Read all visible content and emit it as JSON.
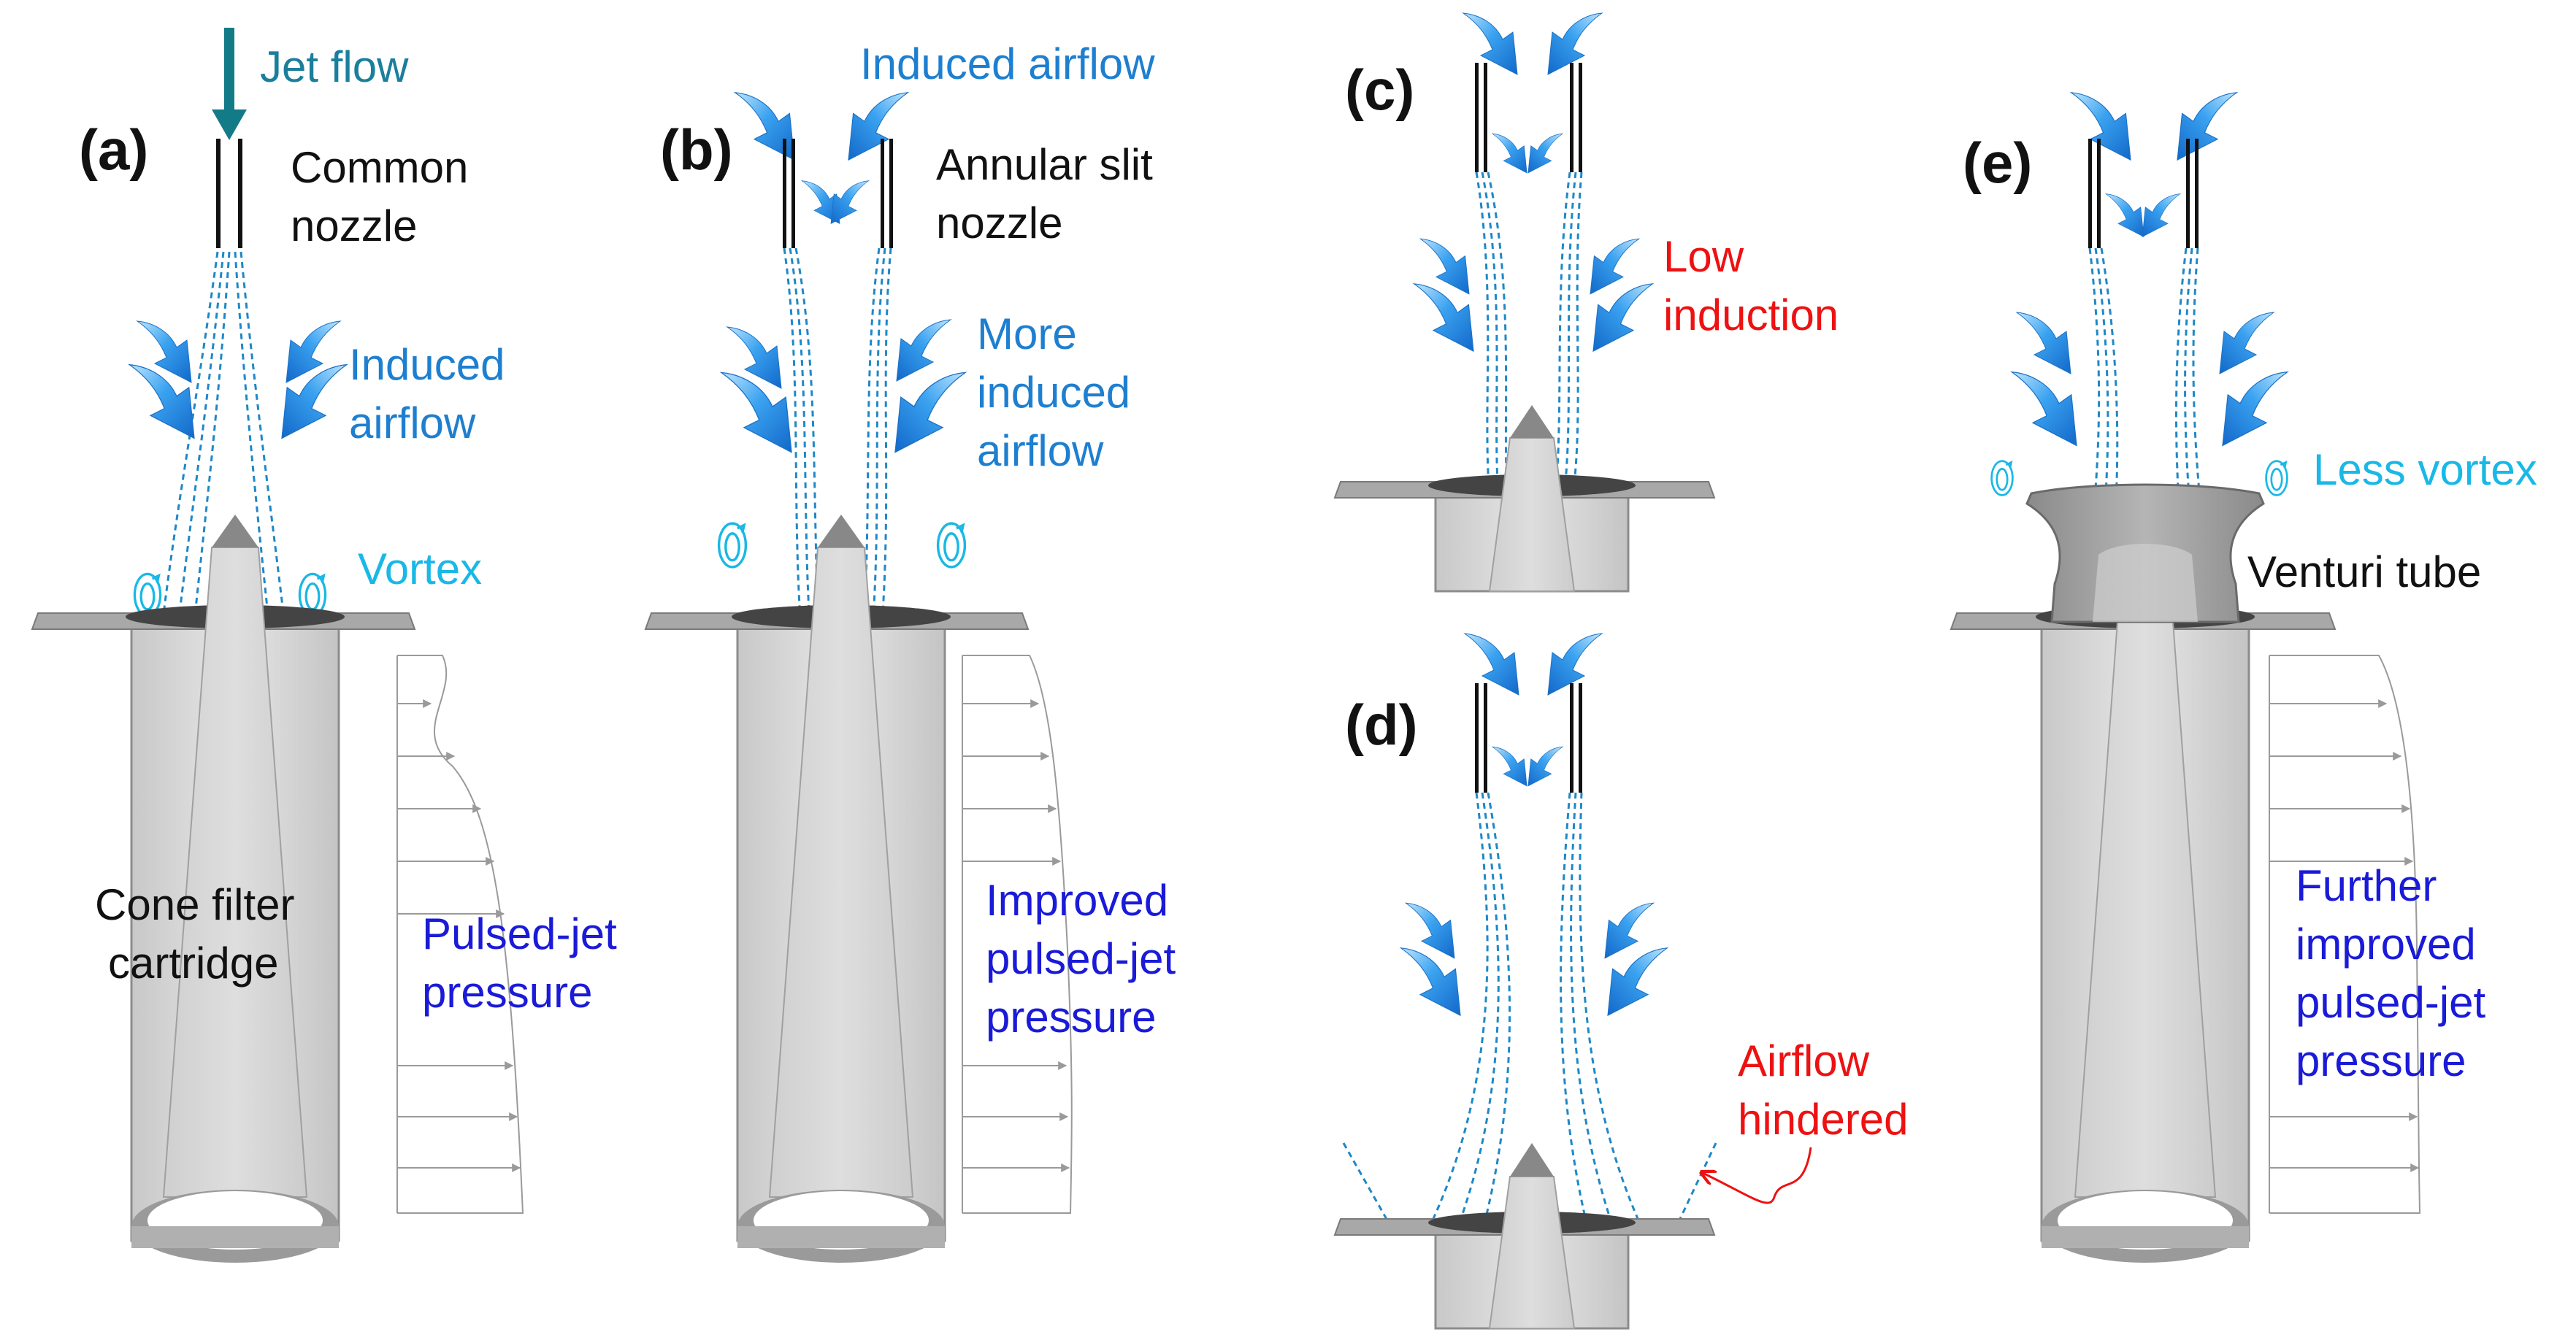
{
  "colors": {
    "induced_arrow": "#2a8fe6",
    "jet_arrow": "#137a88",
    "streamline": "#1e88c7",
    "vortex": "#19b8e6",
    "cartridge_face": "#d9d9d9",
    "cartridge_edge": "#8c8c8c",
    "pressure_arrows": "#9a9a9a",
    "red_label": "#ee1111",
    "pressure_text": "#1a1ad8"
  },
  "panels": {
    "a": {
      "letter": "(a)",
      "jet_flow": "Jet flow",
      "nozzle_line1": "Common",
      "nozzle_line2": "nozzle",
      "induced_line1": "Induced",
      "induced_line2": "airflow",
      "vortex": "Vortex",
      "cartridge_line1": "Cone filter",
      "cartridge_line2": "cartridge",
      "pressure_line1": "Pulsed-jet",
      "pressure_line2": "pressure"
    },
    "b": {
      "letter": "(b)",
      "induced_top": "Induced airflow",
      "nozzle_line1": "Annular slit",
      "nozzle_line2": "nozzle",
      "more_line1": "More",
      "more_line2": "induced",
      "more_line3": "airflow",
      "pressure_line1": "Improved",
      "pressure_line2": "pulsed-jet",
      "pressure_line3": "pressure"
    },
    "c": {
      "letter": "(c)",
      "low_line1": "Low",
      "low_line2": "induction"
    },
    "d": {
      "letter": "(d)",
      "hindered_line1": "Airflow",
      "hindered_line2": "hindered"
    },
    "e": {
      "letter": "(e)",
      "less_vortex": "Less vortex",
      "venturi": "Venturi tube",
      "pressure_line1": "Further",
      "pressure_line2": "improved",
      "pressure_line3": "pulsed-jet",
      "pressure_line4": "pressure"
    }
  },
  "icons": [
    "induced-arrow-icon",
    "jet-arrow-icon",
    "vortex-icon",
    "pressure-arrow-icon"
  ]
}
